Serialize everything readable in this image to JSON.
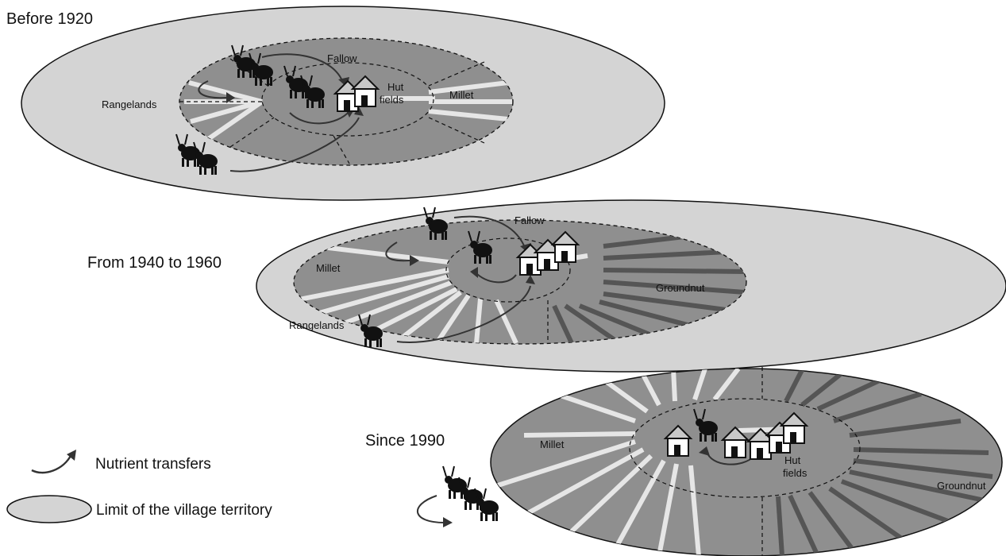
{
  "panels": {
    "p1920": {
      "title": "Before 1920",
      "labels": {
        "rangelands": "Rangelands",
        "fallow": "Fallow",
        "hut_line1": "Hut",
        "hut_line2": "fields",
        "millet": "Millet"
      }
    },
    "p1940": {
      "title": "From 1940 to 1960",
      "labels": {
        "millet": "Millet",
        "fallow": "Fallow",
        "groundnut": "Groundnut",
        "rangelands": "Rangelands"
      }
    },
    "p1990": {
      "title": "Since 1990",
      "labels": {
        "millet": "Millet",
        "hut_line1": "Hut",
        "hut_line2": "fields",
        "groundnut": "Groundnut"
      }
    }
  },
  "legend": {
    "nutrient_transfers": "Nutrient transfers",
    "village_limit": "Limit of the village territory"
  },
  "colors": {
    "outer_territory": "#d4d4d4",
    "cultivated_zone": "#8f8f8f",
    "millet_strip": "#e6e6e6",
    "groundnut_strip": "#555555",
    "animal": "#111111",
    "arrow_fill": "#9a9a9a"
  },
  "icons": {
    "cattle": "cattle-icon",
    "hut": "hut-icon",
    "arrow": "nutrient-arrow-icon"
  }
}
